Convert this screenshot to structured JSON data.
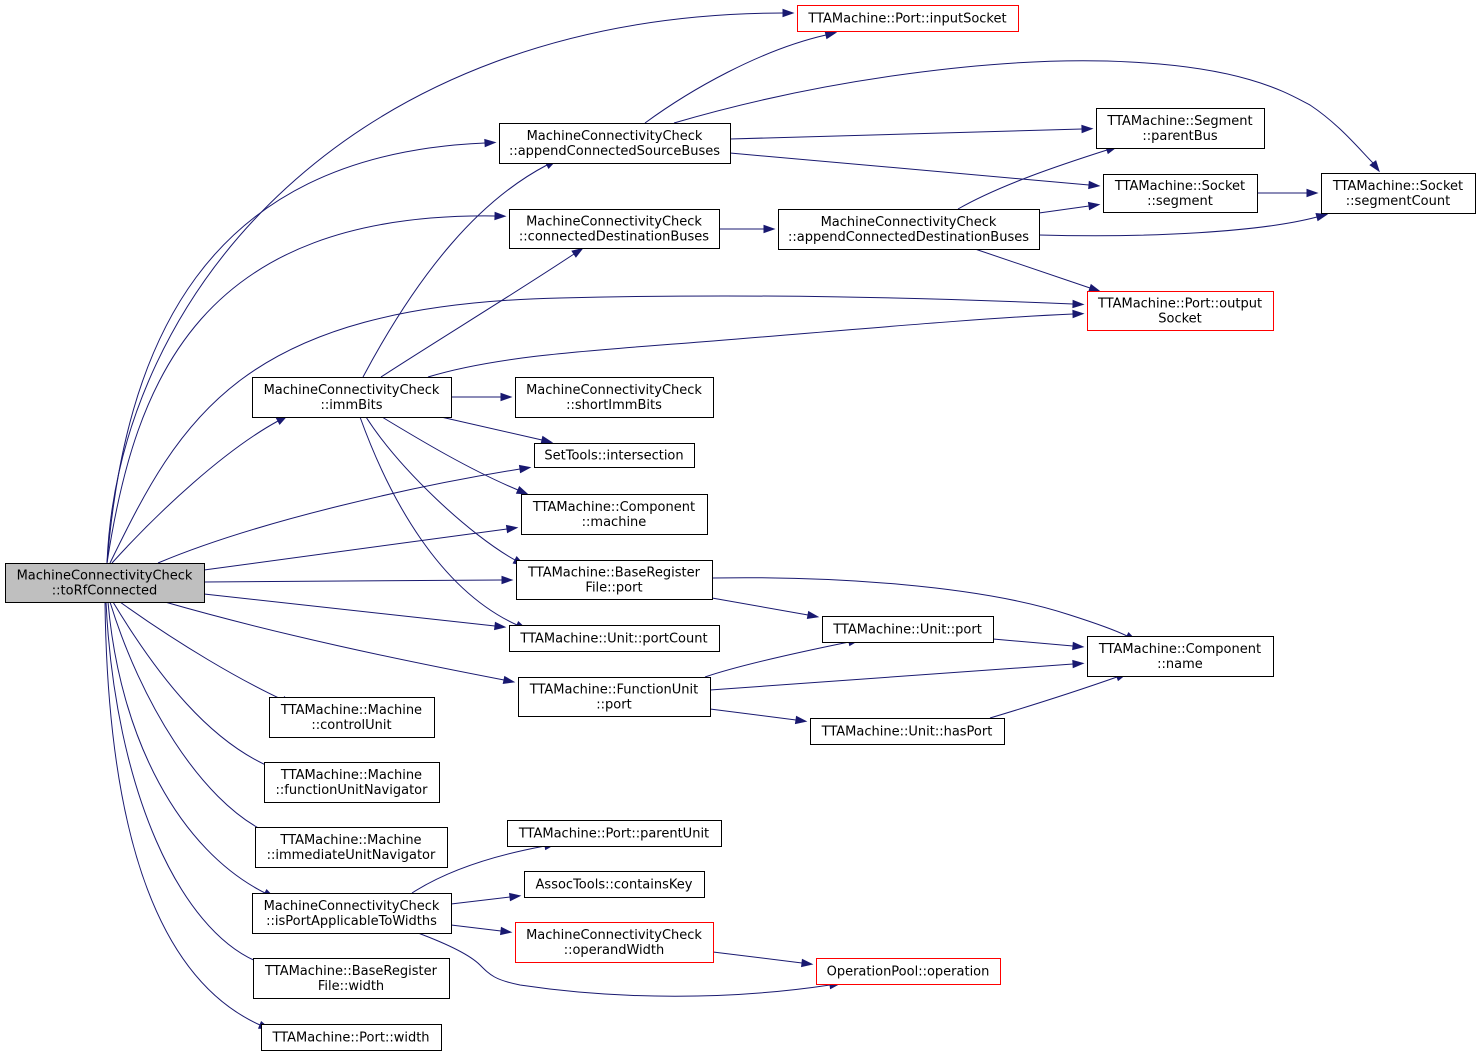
{
  "colors": {
    "edge": "#191970",
    "root_fill": "#bfbfbf",
    "node_border": "#000000",
    "truncated_node_border": "#ff0000",
    "background": "#ffffff"
  },
  "nodes": [
    {
      "id": "root",
      "lines": [
        "MachineConnectivityCheck",
        "::toRfConnected"
      ],
      "style": "root"
    },
    {
      "id": "inputSocket",
      "lines": [
        "TTAMachine::Port::inputSocket"
      ],
      "style": "red"
    },
    {
      "id": "appendSrc",
      "lines": [
        "MachineConnectivityCheck",
        "::appendConnectedSourceBuses"
      ],
      "style": "normal"
    },
    {
      "id": "parentBus",
      "lines": [
        "TTAMachine::Segment",
        "::parentBus"
      ],
      "style": "normal"
    },
    {
      "id": "socketSegment",
      "lines": [
        "TTAMachine::Socket",
        "::segment"
      ],
      "style": "normal"
    },
    {
      "id": "segmentCount",
      "lines": [
        "TTAMachine::Socket",
        "::segmentCount"
      ],
      "style": "normal"
    },
    {
      "id": "connDest",
      "lines": [
        "MachineConnectivityCheck",
        "::connectedDestinationBuses"
      ],
      "style": "normal"
    },
    {
      "id": "appendDest",
      "lines": [
        "MachineConnectivityCheck",
        "::appendConnectedDestinationBuses"
      ],
      "style": "normal"
    },
    {
      "id": "outputSocket",
      "lines": [
        "TTAMachine::Port::output",
        "Socket"
      ],
      "style": "red"
    },
    {
      "id": "immBits",
      "lines": [
        "MachineConnectivityCheck",
        "::immBits"
      ],
      "style": "normal"
    },
    {
      "id": "shortImmBits",
      "lines": [
        "MachineConnectivityCheck",
        "::shortImmBits"
      ],
      "style": "normal"
    },
    {
      "id": "intersection",
      "lines": [
        "SetTools::intersection"
      ],
      "style": "normal"
    },
    {
      "id": "compMachine",
      "lines": [
        "TTAMachine::Component",
        "::machine"
      ],
      "style": "normal"
    },
    {
      "id": "brfPort",
      "lines": [
        "TTAMachine::BaseRegister",
        "File::port"
      ],
      "style": "normal"
    },
    {
      "id": "unitPortCount",
      "lines": [
        "TTAMachine::Unit::portCount"
      ],
      "style": "normal"
    },
    {
      "id": "unitPort",
      "lines": [
        "TTAMachine::Unit::port"
      ],
      "style": "normal"
    },
    {
      "id": "compName",
      "lines": [
        "TTAMachine::Component",
        "::name"
      ],
      "style": "normal"
    },
    {
      "id": "fuPort",
      "lines": [
        "TTAMachine::FunctionUnit",
        "::port"
      ],
      "style": "normal"
    },
    {
      "id": "hasPort",
      "lines": [
        "TTAMachine::Unit::hasPort"
      ],
      "style": "normal"
    },
    {
      "id": "controlUnit",
      "lines": [
        "TTAMachine::Machine",
        "::controlUnit"
      ],
      "style": "normal"
    },
    {
      "id": "fuNav",
      "lines": [
        "TTAMachine::Machine",
        "::functionUnitNavigator"
      ],
      "style": "normal"
    },
    {
      "id": "iuNav",
      "lines": [
        "TTAMachine::Machine",
        "::immediateUnitNavigator"
      ],
      "style": "normal"
    },
    {
      "id": "parentUnit",
      "lines": [
        "TTAMachine::Port::parentUnit"
      ],
      "style": "normal"
    },
    {
      "id": "isPortApp",
      "lines": [
        "MachineConnectivityCheck",
        "::isPortApplicableToWidths"
      ],
      "style": "normal"
    },
    {
      "id": "containsKey",
      "lines": [
        "AssocTools::containsKey"
      ],
      "style": "normal"
    },
    {
      "id": "operandWidth",
      "lines": [
        "MachineConnectivityCheck",
        "::operandWidth"
      ],
      "style": "red"
    },
    {
      "id": "operation",
      "lines": [
        "OperationPool::operation"
      ],
      "style": "red"
    },
    {
      "id": "brfWidth",
      "lines": [
        "TTAMachine::BaseRegister",
        "File::width"
      ],
      "style": "normal"
    },
    {
      "id": "portWidth",
      "lines": [
        "TTAMachine::Port::width"
      ],
      "style": "normal"
    }
  ],
  "edges": [
    [
      "root",
      "inputSocket"
    ],
    [
      "root",
      "appendSrc"
    ],
    [
      "root",
      "connDest"
    ],
    [
      "root",
      "outputSocket"
    ],
    [
      "root",
      "immBits"
    ],
    [
      "root",
      "intersection"
    ],
    [
      "root",
      "compMachine"
    ],
    [
      "root",
      "brfPort"
    ],
    [
      "root",
      "unitPortCount"
    ],
    [
      "root",
      "fuPort"
    ],
    [
      "root",
      "controlUnit"
    ],
    [
      "root",
      "fuNav"
    ],
    [
      "root",
      "iuNav"
    ],
    [
      "root",
      "isPortApp"
    ],
    [
      "root",
      "brfWidth"
    ],
    [
      "root",
      "portWidth"
    ],
    [
      "appendSrc",
      "inputSocket"
    ],
    [
      "appendSrc",
      "parentBus"
    ],
    [
      "appendSrc",
      "socketSegment"
    ],
    [
      "appendSrc",
      "segmentCount"
    ],
    [
      "connDest",
      "appendDest"
    ],
    [
      "appendDest",
      "parentBus"
    ],
    [
      "appendDest",
      "socketSegment"
    ],
    [
      "appendDest",
      "segmentCount"
    ],
    [
      "appendDest",
      "outputSocket"
    ],
    [
      "socketSegment",
      "segmentCount"
    ],
    [
      "immBits",
      "appendSrc"
    ],
    [
      "immBits",
      "connDest"
    ],
    [
      "immBits",
      "outputSocket"
    ],
    [
      "immBits",
      "shortImmBits"
    ],
    [
      "immBits",
      "intersection"
    ],
    [
      "immBits",
      "compMachine"
    ],
    [
      "immBits",
      "brfPort"
    ],
    [
      "immBits",
      "unitPortCount"
    ],
    [
      "brfPort",
      "unitPort"
    ],
    [
      "brfPort",
      "compName"
    ],
    [
      "unitPort",
      "compName"
    ],
    [
      "fuPort",
      "unitPort"
    ],
    [
      "fuPort",
      "compName"
    ],
    [
      "fuPort",
      "hasPort"
    ],
    [
      "hasPort",
      "compName"
    ],
    [
      "isPortApp",
      "parentUnit"
    ],
    [
      "isPortApp",
      "containsKey"
    ],
    [
      "isPortApp",
      "operandWidth"
    ],
    [
      "isPortApp",
      "operation"
    ],
    [
      "operandWidth",
      "operation"
    ]
  ]
}
